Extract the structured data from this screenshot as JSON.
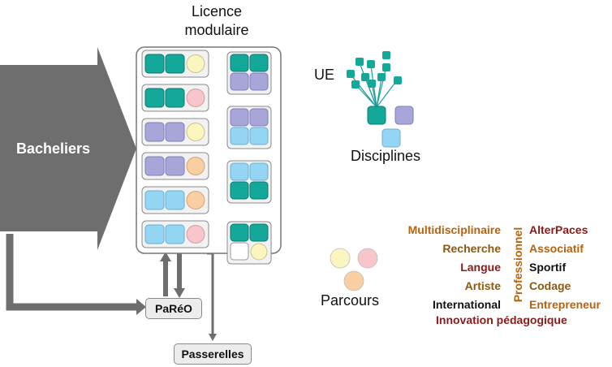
{
  "title": "Licence\nmodulaire",
  "title_lines": [
    "Licence",
    "modulaire"
  ],
  "left_arrow_label": "Bacheliers",
  "pareo_label": "PaRéO",
  "passerelles_label": "Passerelles",
  "ue_label": "UE",
  "disciplines_label": "Disciplines",
  "parcours_label": "Parcours",
  "colors": {
    "teal": "#14a89a",
    "purple": "#a8a6d8",
    "blue": "#93d5f2",
    "yellow": "#fbf6c0",
    "pink": "#f6c6cb",
    "orange": "#f8ceA2",
    "white": "#ffffff",
    "arrow_gray": "#6e6e6e",
    "orange_text": "#b8620e",
    "olive_text": "#8b5a10",
    "red_text": "#8b1a1a"
  },
  "modalities_left": [
    {
      "text": "Multidisciplinaire",
      "color": "#b8620e"
    },
    {
      "text": "Recherche",
      "color": "#8b5a10"
    },
    {
      "text": "Langue",
      "color": "#8b1a1a"
    },
    {
      "text": "Artiste",
      "color": "#8b5a10"
    },
    {
      "text": "International",
      "color": "#111111"
    }
  ],
  "modalities_right": [
    {
      "text": "AlterPaces",
      "color": "#8b1a1a"
    },
    {
      "text": "Associatif",
      "color": "#b8620e"
    },
    {
      "text": "Sportif",
      "color": "#111111"
    },
    {
      "text": "Codage",
      "color": "#8b5a10"
    },
    {
      "text": "Entrepreneur",
      "color": "#b8620e"
    }
  ],
  "modality_vertical": {
    "text": "Professionnel",
    "color": "#b8620e"
  },
  "modality_bottom": {
    "text": "Innovation pédagogique",
    "color": "#8b1a1a"
  },
  "left_rows": [
    [
      "teal",
      "teal",
      "yellow"
    ],
    [
      "teal",
      "teal",
      "pink"
    ],
    [
      "purple",
      "purple",
      "yellow"
    ],
    [
      "purple",
      "purple",
      "orange"
    ],
    [
      "blue",
      "blue",
      "orange"
    ],
    [
      "blue",
      "blue",
      "pink"
    ]
  ],
  "right_groups": [
    [
      "teal",
      "teal",
      "purple",
      "purple"
    ],
    [
      "purple",
      "purple",
      "blue",
      "blue"
    ],
    [
      "blue",
      "blue",
      "teal",
      "teal"
    ],
    [
      "teal",
      "teal",
      "white",
      "yellow"
    ]
  ]
}
